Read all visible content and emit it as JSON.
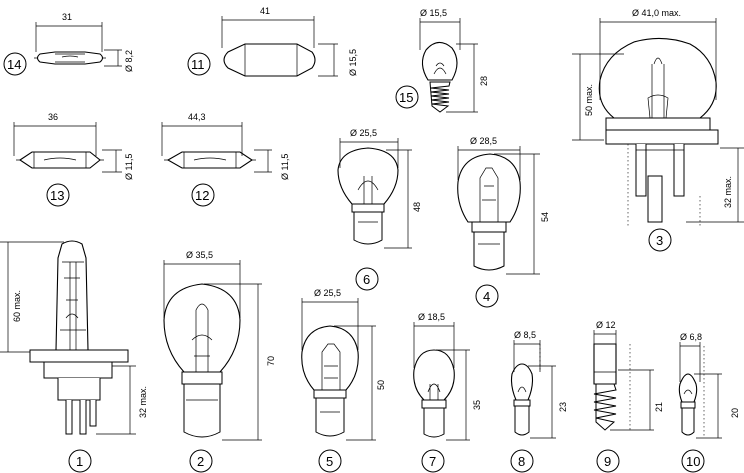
{
  "bulbs": [
    {
      "id": "1",
      "dims": [
        "60 max.",
        "32 max."
      ]
    },
    {
      "id": "2",
      "dims": [
        "Ø 35,5",
        "70"
      ]
    },
    {
      "id": "3",
      "dims": [
        "Ø 41,0 max.",
        "50 max.",
        "32 max."
      ]
    },
    {
      "id": "4",
      "dims": [
        "Ø 28,5",
        "54"
      ]
    },
    {
      "id": "5",
      "dims": [
        "Ø 25,5",
        "50"
      ]
    },
    {
      "id": "6",
      "dims": [
        "Ø 25,5",
        "48"
      ]
    },
    {
      "id": "7",
      "dims": [
        "Ø 18,5",
        "35"
      ]
    },
    {
      "id": "8",
      "dims": [
        "Ø 8,5",
        "23"
      ]
    },
    {
      "id": "9",
      "dims": [
        "Ø 12",
        "21"
      ]
    },
    {
      "id": "10",
      "dims": [
        "Ø 6,8",
        "20"
      ]
    },
    {
      "id": "11",
      "dims": [
        "41",
        "Ø 15,5"
      ]
    },
    {
      "id": "12",
      "dims": [
        "44,3",
        "Ø 11,5"
      ]
    },
    {
      "id": "13",
      "dims": [
        "36",
        "Ø 11,5"
      ]
    },
    {
      "id": "14",
      "dims": [
        "31",
        "Ø 8,2"
      ]
    },
    {
      "id": "15",
      "dims": [
        "Ø 15,5",
        "28"
      ]
    }
  ]
}
